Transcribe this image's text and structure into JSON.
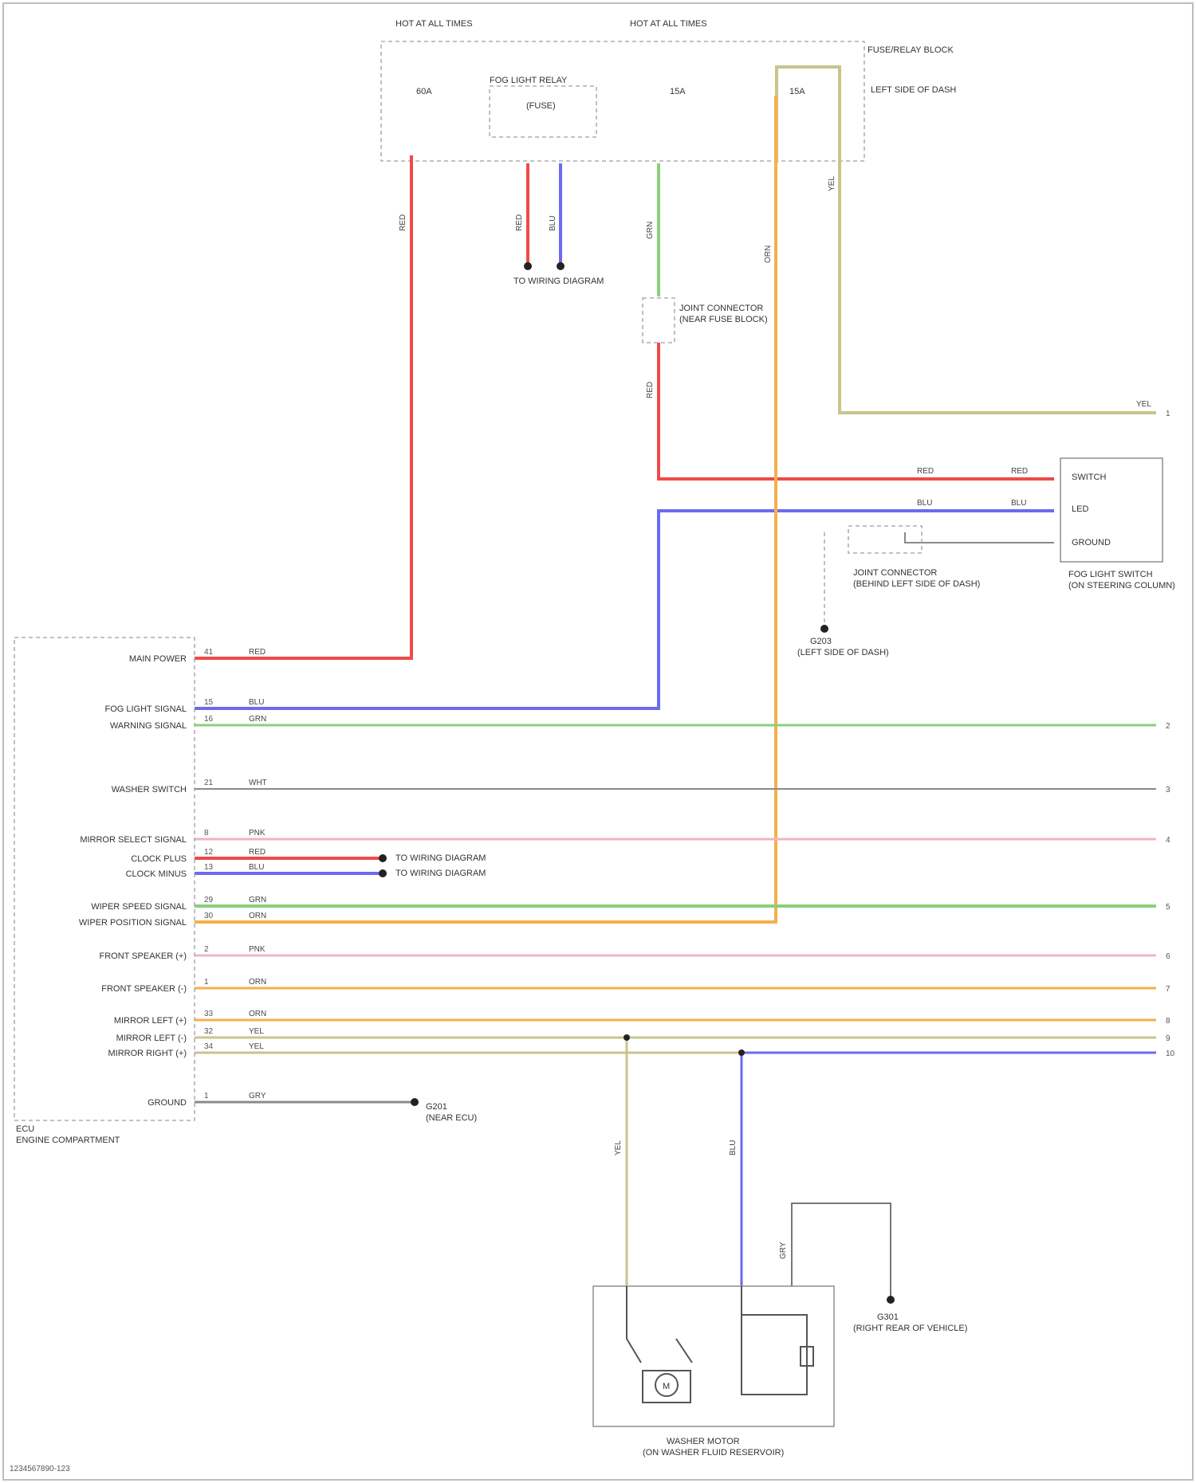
{
  "fuse_block": {
    "label": "FUSE/RELAY BLOCK",
    "hot_a": "HOT AT ALL TIMES",
    "hot_b": "HOT AT ALL TIMES",
    "loc": "LEFT SIDE OF DASH",
    "fuse_1": "60A",
    "fuse_2": "15A",
    "fuse_3": "15A",
    "relay": "FOG LIGHT RELAY",
    "relay_sub": "(FUSE)"
  },
  "ecm": {
    "label": "ECU",
    "loc": "ENGINE COMPARTMENT",
    "pins": [
      {
        "name": "MAIN POWER",
        "pin": "41",
        "wire": "RED"
      },
      {
        "name": "FOG LIGHT SIGNAL",
        "pin": "15",
        "wire": "BLU"
      },
      {
        "name": "WARNING SIGNAL",
        "pin": "16",
        "wire": "GRN"
      },
      {
        "name": "WASHER SWITCH",
        "pin": "21",
        "wire": "WHT"
      },
      {
        "name": "MIRROR SELECT SIGNAL",
        "pin": "8",
        "wire": "PNK"
      },
      {
        "name": "CLOCK PLUS",
        "pin": "12",
        "wire": "RED"
      },
      {
        "name": "CLOCK MINUS",
        "pin": "13",
        "wire": "BLU"
      },
      {
        "name": "WIPER SPEED SIGNAL",
        "pin": "29",
        "wire": "GRN"
      },
      {
        "name": "WIPER POSITION SIGNAL",
        "pin": "30",
        "wire": "ORN"
      },
      {
        "name": "FRONT SPEAKER (+)",
        "pin": "2",
        "wire": "PNK"
      },
      {
        "name": "FRONT SPEAKER (-)",
        "pin": "1",
        "wire": "ORN"
      },
      {
        "name": "MIRROR LEFT (+)",
        "pin": "33",
        "wire": "ORN"
      },
      {
        "name": "MIRROR LEFT (-)",
        "pin": "32",
        "wire": "YEL"
      },
      {
        "name": "MIRROR RIGHT (+)",
        "pin": "34",
        "wire": "YEL"
      },
      {
        "name": "GROUND",
        "pin": "1",
        "wire": "GRY"
      }
    ]
  },
  "fog_light": {
    "label": "FOG LIGHT SWITCH",
    "sub": "(ON STEERING COLUMN)",
    "p1": "SWITCH",
    "p2": "LED",
    "p3": "GROUND"
  },
  "connector": {
    "label": "JOINT CONNECTOR",
    "sub": "(BEHIND LEFT SIDE OF DASH)"
  },
  "ground_1": {
    "label": "G203",
    "sub": "(LEFT SIDE OF DASH)"
  },
  "ground_2": {
    "label": "G201",
    "sub": "(NEAR ECU)"
  },
  "ground_3": {
    "label": "G301",
    "sub": "(RIGHT REAR OF VEHICLE)"
  },
  "splice": {
    "label": "JOINT CONNECTOR",
    "sub": "(NEAR FUSE BLOCK)"
  },
  "motor": {
    "label": "WASHER MOTOR",
    "sub": "(ON WASHER FLUID RESERVOIR)",
    "symbol": "M"
  },
  "to_other": {
    "a": "TO WIRING DIAGRAM",
    "b": "TO WIRING DIAGRAM"
  },
  "wires": {
    "red": "RED",
    "blu": "BLU",
    "grn": "GRN",
    "yel": "YEL",
    "org": "ORN",
    "wht": "WHT",
    "gry": "GRY",
    "pnk": "PNK"
  },
  "right_refs": [
    "1",
    "2",
    "3",
    "4",
    "5",
    "6",
    "7",
    "8",
    "9",
    "10"
  ],
  "footer": "1234567890-123",
  "colors": {
    "red": "#ee4a4a",
    "blue": "#6b6bf0",
    "green": "#8ad07c",
    "yellow": "#c9c48c",
    "orange": "#f5b04c",
    "pink": "#f1b4bf",
    "gray": "#8a8a8a"
  }
}
